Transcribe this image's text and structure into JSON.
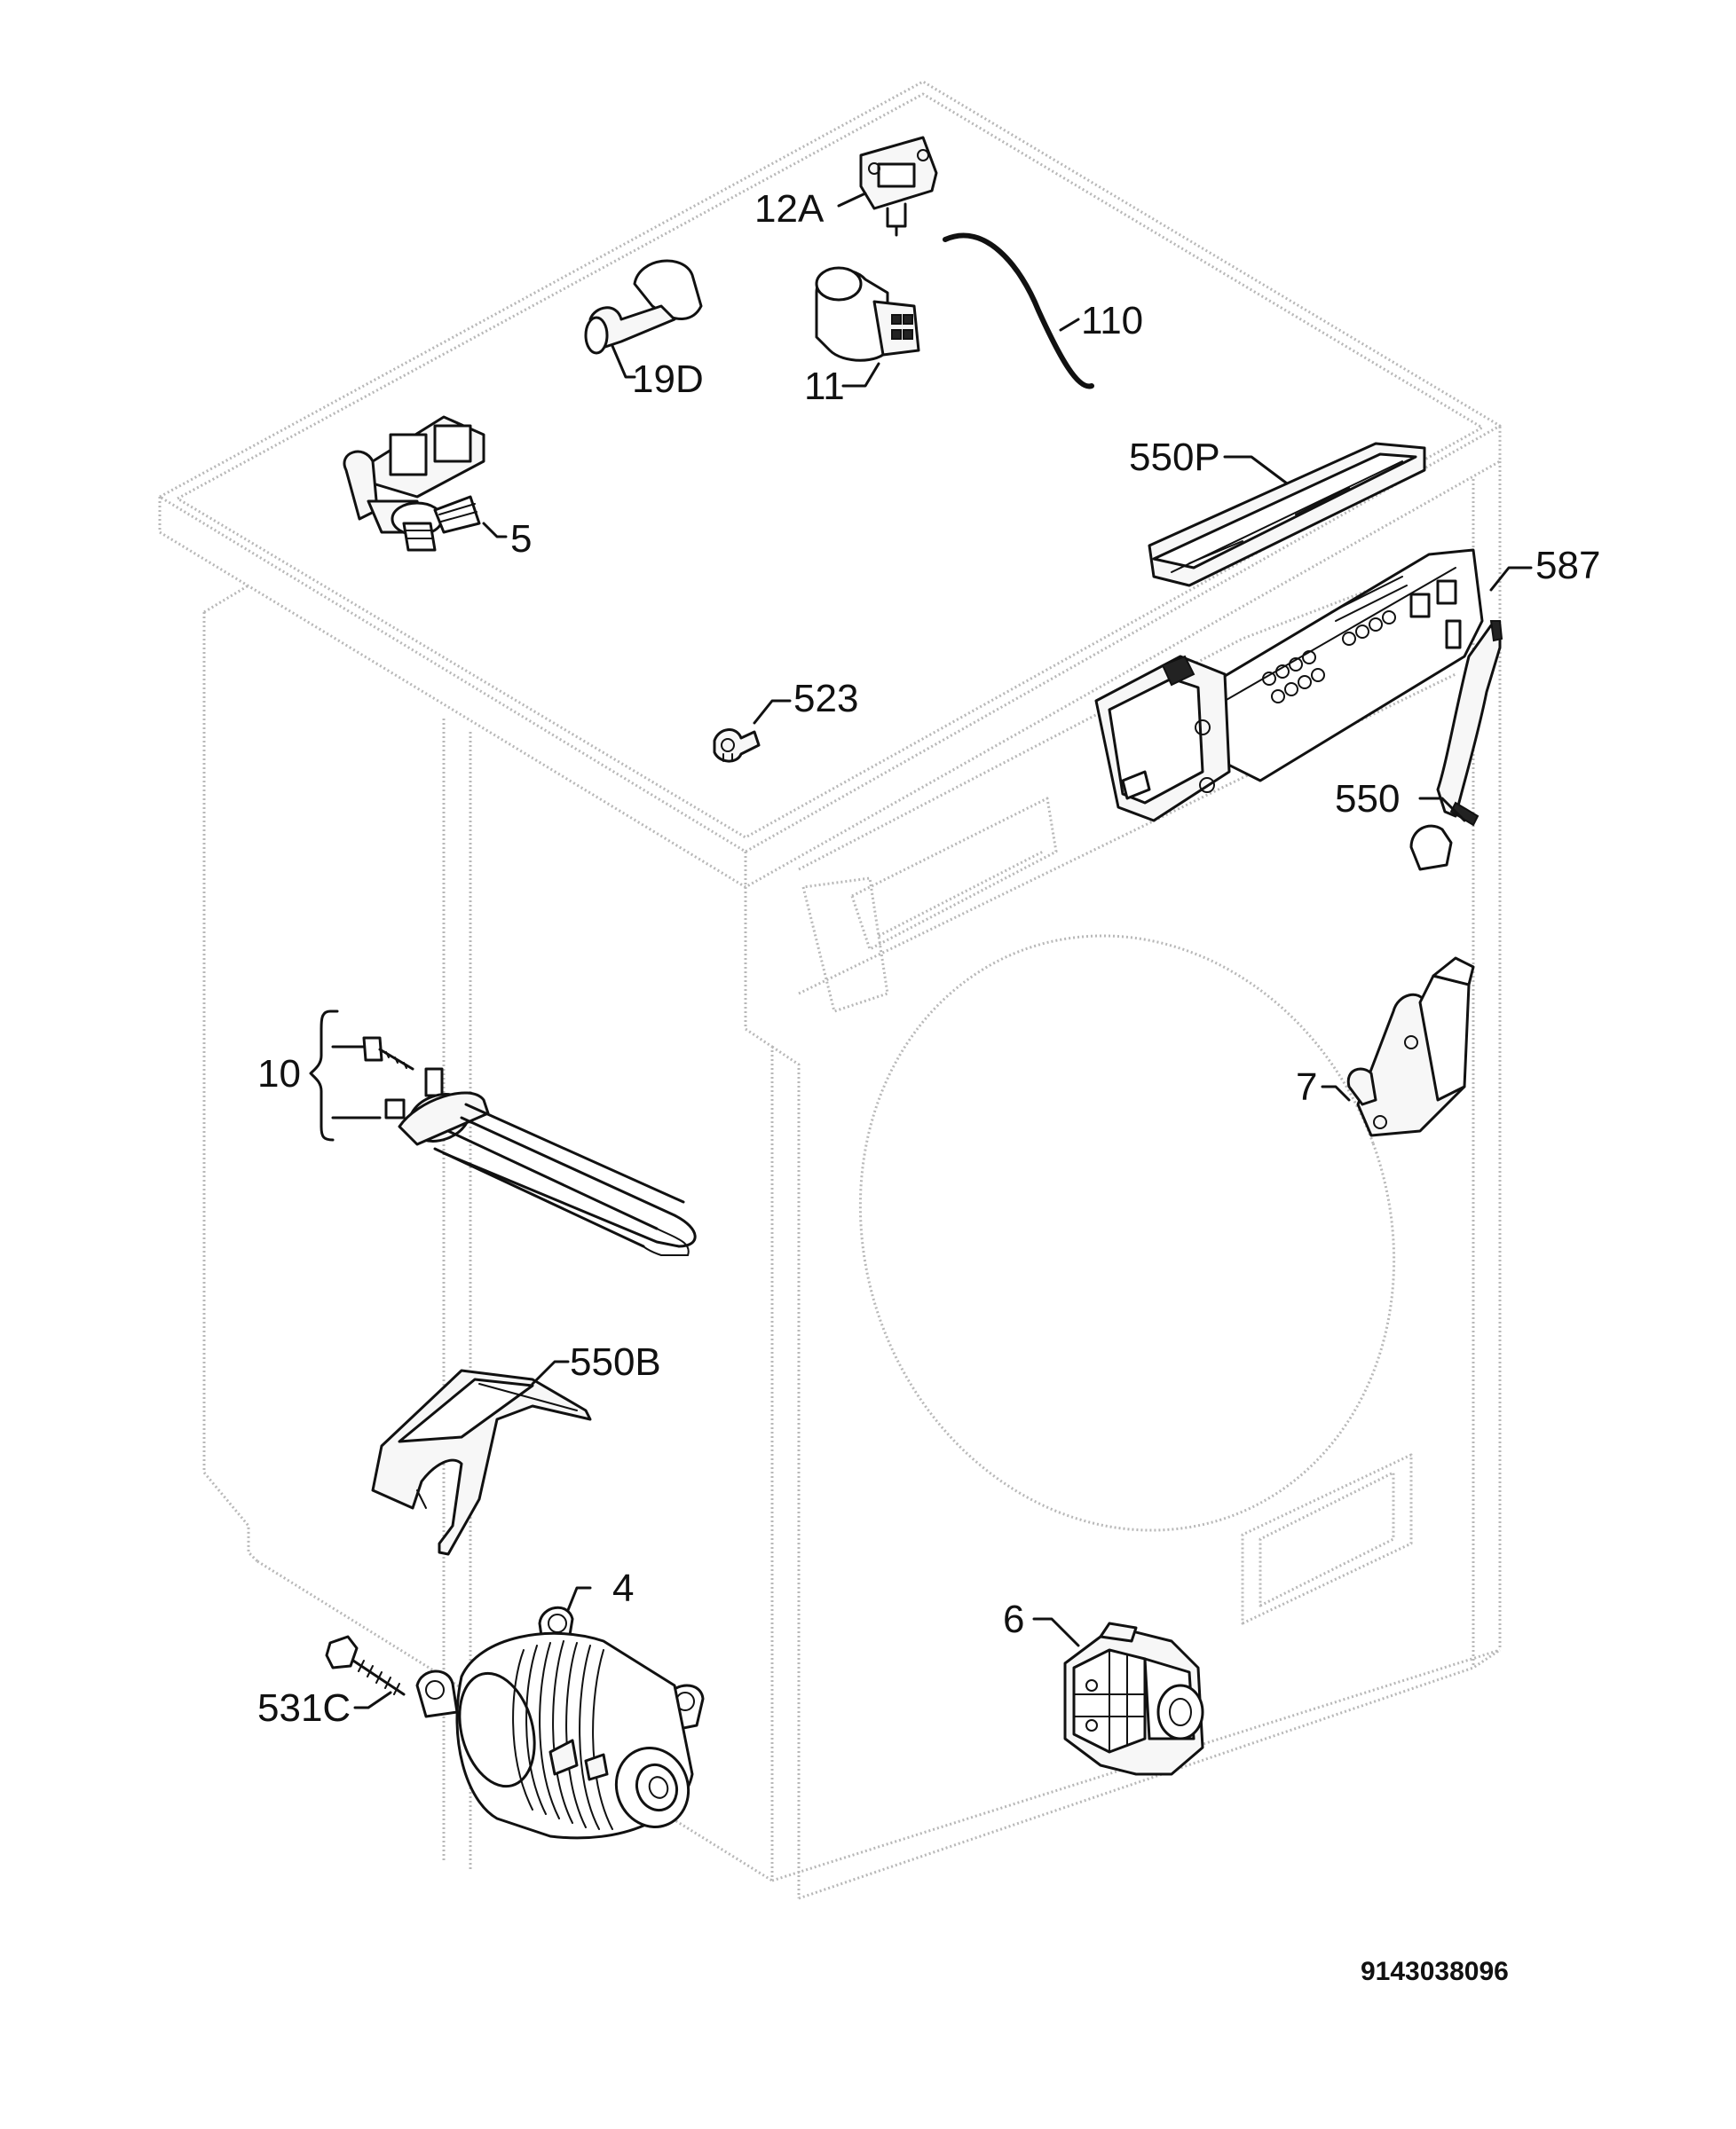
{
  "labels": {
    "p12A": "12A",
    "p19D": "19D",
    "p11": "11",
    "p110": "110",
    "p5": "5",
    "p550P": "550P",
    "p587": "587",
    "p523": "523",
    "p550": "550",
    "p10": "10",
    "p7": "7",
    "p550B": "550B",
    "p4": "4",
    "p531C": "531C",
    "p6": "6"
  },
  "document_number": "9143038096"
}
